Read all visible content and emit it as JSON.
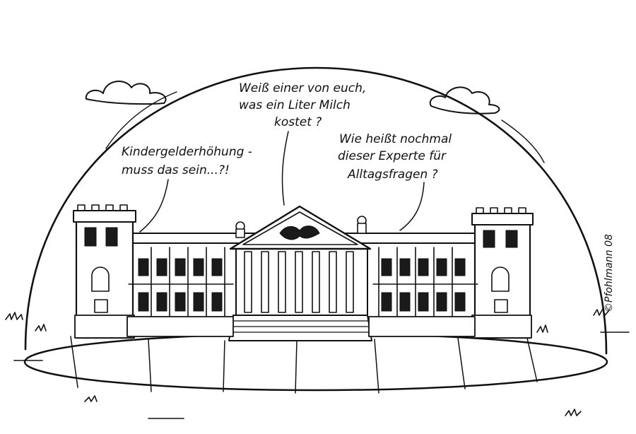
{
  "bubbles": {
    "left": {
      "line1": "Kindergelderhöhung -",
      "line2": "muss das sein...?!"
    },
    "center": {
      "line1": "Weiß einer von euch,",
      "line2": "was ein Liter Milch",
      "line3": "kostet ?"
    },
    "right": {
      "line1": "Wie heißt nochmal",
      "line2": "dieser Experte für",
      "line3": "Alltagsfragen ?"
    }
  },
  "signature": "©Pfohlmann 08",
  "colors": {
    "ink": "#111111",
    "paper": "#ffffff"
  }
}
